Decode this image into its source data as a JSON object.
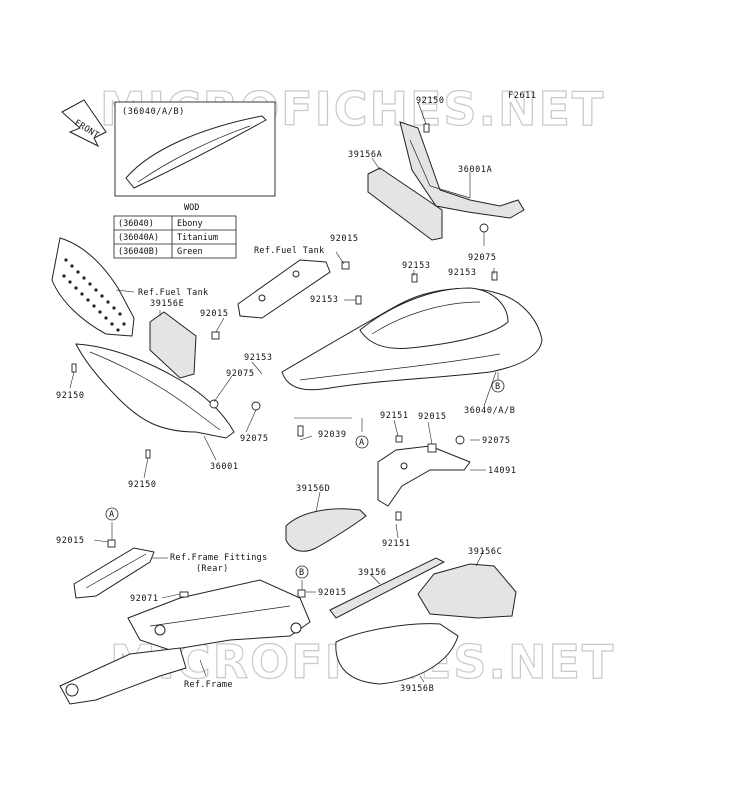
{
  "watermark": "MICROFICHES.NET",
  "figure_code": "F2611",
  "front_label": "FRONT",
  "inset": {
    "caption": "(36040/A/B)"
  },
  "color_table": {
    "header": "WOD",
    "rows": [
      {
        "part": "(36040)",
        "color": "Ebony"
      },
      {
        "part": "(36040A)",
        "color": "Titanium"
      },
      {
        "part": "(36040B)",
        "color": "Green"
      }
    ]
  },
  "references": {
    "fuel_tank_upper": "Ref.Fuel Tank",
    "fuel_tank_left": "Ref.Fuel Tank",
    "frame_fittings": "Ref.Frame Fittings",
    "frame_fittings_sub": "(Rear)",
    "frame": "Ref.Frame"
  },
  "callouts": {
    "a": "A",
    "b": "B"
  },
  "parts": {
    "p92150_top": "92150",
    "p39156A": "39156A",
    "p36001A": "36001A",
    "p92015_upper": "92015",
    "p92153_right": "92153",
    "p92153_far": "92153",
    "p92075_right": "92075",
    "p92153_center": "92153",
    "p39156E": "39156E",
    "p92015_left": "92015",
    "p92153_lower": "92153",
    "p92075_left": "92075",
    "p92150_left": "92150",
    "p92075_bottom": "92075",
    "p92039": "92039",
    "p36001": "36001",
    "p92150_bottom": "92150",
    "p36040": "36040/A/B",
    "p92151_upper": "92151",
    "p92015_mid": "92015",
    "p92075_mid": "92075",
    "p14091": "14091",
    "p39156D": "39156D",
    "p92151_lower": "92151",
    "p92015_rear": "92015",
    "p39156C": "39156C",
    "p39156": "39156",
    "p92015_b": "92015",
    "p92071": "92071",
    "p39156B": "39156B"
  }
}
